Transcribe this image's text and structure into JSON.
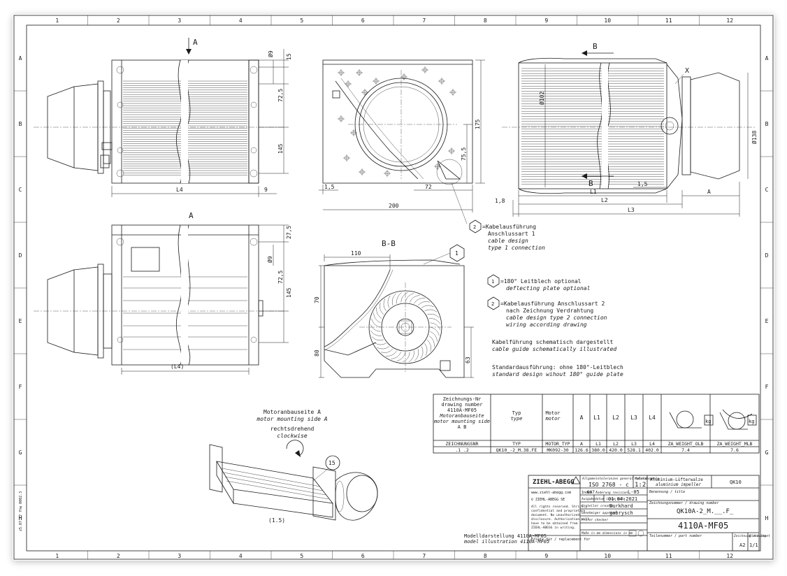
{
  "frame": {
    "columns": [
      "1",
      "2",
      "3",
      "4",
      "5",
      "6",
      "7",
      "8",
      "9",
      "10",
      "11",
      "12"
    ],
    "rows": [
      "A",
      "B",
      "C",
      "D",
      "E",
      "F",
      "G",
      "H"
    ],
    "side_ref": "z5.07.17 fhw 0002.3"
  },
  "views": {
    "front_top": {
      "arrow_label": "A",
      "dims": {
        "d9": "Ø9",
        "d15": "15",
        "d72_5": "72,5",
        "d145": "145",
        "L4": "L4",
        "d9b": "9"
      }
    },
    "front_bottom": {
      "title": "A",
      "dims": {
        "d27_5": "27,5",
        "d9": "Ø9",
        "d72_5": "72,5",
        "d145": "145",
        "L4": "(L4)"
      }
    },
    "end_view": {
      "dims": {
        "d175": "175",
        "d75_5": "75,5",
        "d1_5": "1,5",
        "d72": "72",
        "d200": "200"
      }
    },
    "section_bb": {
      "title": "B-B",
      "dims": {
        "d110": "110",
        "d70": "70",
        "d80": "80",
        "d63": "63"
      },
      "balloon": "1"
    },
    "side_view": {
      "label_B": "B",
      "label_X": "X",
      "dims": {
        "d102": "Ø102",
        "d138": "Ø138",
        "d1_5": "1,5",
        "L1": "L1",
        "L2": "L2",
        "L3": "L3",
        "A": "A",
        "d1_8": "1,8"
      }
    }
  },
  "notes": {
    "n2a": {
      "balloon": "2",
      "de": "=Kabelausführung",
      "de2": "Anschlussart 1",
      "en": "cable design",
      "en2": "type 1 connection"
    },
    "n1": {
      "balloon": "1",
      "de": "=180° Leitblech optional",
      "en": "deflecting plate optional"
    },
    "n2b": {
      "balloon": "2",
      "de": "=Kabelausführung Anschlussart 2",
      "de2": "nach Zeichnung Verdrahtung",
      "en": "cable design type 2 connection",
      "en2": "wiring according drawing"
    },
    "schematic": {
      "de": "Kabelführung schematisch dargestellt",
      "en": "cable guide schematically illustrated"
    },
    "standard": {
      "de": "Standardausführung: ohne 180°-Leitblech",
      "en": "standard design wihout 180° guide plate"
    }
  },
  "param_table": {
    "header": {
      "zeichnung_de": "Zeichnungs-Nr",
      "zeichnung_en": "drawing number",
      "zeichnung_no": "4110A-MF05",
      "mount_de": "Motoranbauseite",
      "mount_en": "motor mounting side",
      "mount_ab": "A          B",
      "typ_de": "Typ",
      "typ_en": "type",
      "motor_de": "Motor",
      "motor_en": "motor",
      "A": "A",
      "L1": "L1",
      "L2": "L2",
      "L3": "L3",
      "L4": "L4",
      "kg": "kg"
    },
    "columns": [
      "ZEICHNUNGSNR",
      "TYP",
      "MOTOR_TYP",
      "A",
      "L1",
      "L2",
      "L3",
      "L4",
      "ZA_WEIGHT_OLB",
      "ZA_WEIGHT_MLB"
    ],
    "row": [
      ".1          .2",
      "QK10_-2_M.38.FE",
      "MK092-30",
      "126.6",
      "380.0",
      "420.0",
      "528.1",
      "402.0",
      "7.4",
      "7.6"
    ]
  },
  "model": {
    "mount_de": "Motoranbauseite A",
    "mount_en": "motor mounting side A",
    "rot_de": "rechtsdrehend",
    "rot_en": "clockwise",
    "balloon": "15",
    "note": "(1.5)",
    "caption_de": "Modelldarstellung 4110A-MF05",
    "caption_en": "model illustration 4110A-MF05"
  },
  "title_block": {
    "company": "ZIEHL-ABEGG",
    "web": "www.ziehl-abegg.com",
    "company2": "© ZIEHL-ABEGG SE",
    "legal": [
      "All rights reserved. Strictly",
      "confidential and proprietary",
      "document. No unauthorized",
      "disclosure. Authorization will",
      "have to be obtained from",
      "ZIEHL-ABEGG in writing."
    ],
    "replacement": "Ersatz für / replacement for",
    "tol_label": "Allgemeintoleranzen general tolerances",
    "tol_value": "ISO 2768 - c",
    "scale_label": "Maßstab scale",
    "scale_value": "1:2",
    "index_label": "Index",
    "index_value": "007",
    "change_label": "Änderung revision",
    "change_value": "L-05",
    "issue_label": "Ausgabedatum issue date",
    "issue_value": "01.04.2021",
    "creator_label": "Ersteller creator",
    "creator_value": "Burkhard",
    "approver_label": "Genehmiger approver",
    "approver_value": "gabrysch",
    "checker_label": "Prüfer checker",
    "dims_label": "Maße in mm dimensions in mm",
    "desc_de": "Aluminium-Lüfterwalze",
    "desc_en": "aluminium impeller",
    "product": "QK10",
    "name_label": "Benennung / title",
    "name_value": "QK10A-2_M.__.F_",
    "drawing_label": "Zeichnungsnummer / drawing number",
    "drawing_value": "4110A-MF05",
    "part_label": "Teilenummer / part number",
    "size_label": "Zeichnung drawing",
    "size_value": "A2",
    "sheet_label": "Blatt sheet",
    "sheet_value": "1/1"
  }
}
